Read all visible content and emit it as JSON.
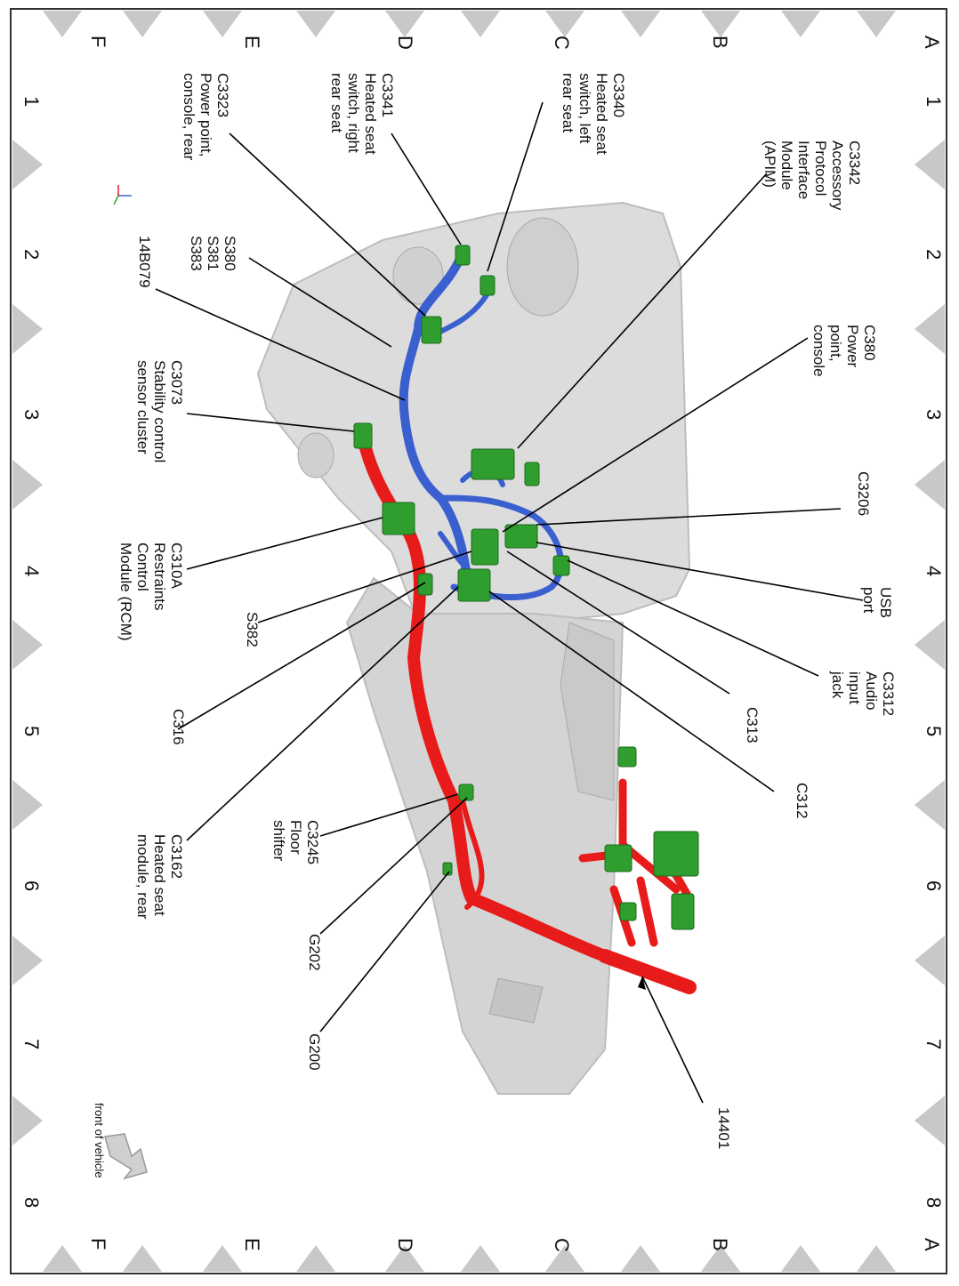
{
  "grid": {
    "rows": [
      "A",
      "B",
      "C",
      "D",
      "E",
      "F"
    ],
    "cols": [
      "1",
      "2",
      "3",
      "4",
      "5",
      "6",
      "7",
      "8"
    ]
  },
  "labels": {
    "c3342": [
      "C3342",
      "Accessory",
      "Protocol",
      "Interface",
      "Module",
      "(APIM)"
    ],
    "c3340": [
      "C3340",
      "Heated seat",
      "switch, left",
      "rear seat"
    ],
    "c3341": [
      "C3341",
      "Heated seat",
      "switch, right",
      "rear seat"
    ],
    "c3323": [
      "C3323",
      "Power point,",
      "console, rear"
    ],
    "s380": [
      "S380",
      "S381",
      "S383"
    ],
    "b14b079": [
      "14B079"
    ],
    "c380": [
      "C380",
      "Power",
      "point,",
      "console"
    ],
    "c3073": [
      "C3073",
      "Stability control",
      "sensor cluster"
    ],
    "c3206": [
      "C3206"
    ],
    "c310a": [
      "C310A",
      "Restraints",
      "Control",
      "Module (RCM)"
    ],
    "usb": [
      "USB",
      "port"
    ],
    "s382": [
      "S382"
    ],
    "c3312": [
      "C3312",
      "Audio",
      "input",
      "jack"
    ],
    "c313": [
      "C313"
    ],
    "c316": [
      "C316"
    ],
    "c312": [
      "C312"
    ],
    "c3245": [
      "C3245",
      "Floor",
      "shifter"
    ],
    "c3162": [
      "C3162",
      "Heated seat",
      "module, rear"
    ],
    "g202": [
      "G202"
    ],
    "g200": [
      "G200"
    ],
    "h14401": [
      "14401"
    ],
    "front": [
      "front of vehicle"
    ]
  },
  "colors": {
    "harness_blue": "#3a5fcf",
    "harness_red": "#e81b1b",
    "connector_green": "#2f9e2f",
    "console_gray": "#d9d9d9",
    "border_gray": "#c8c8c8"
  }
}
